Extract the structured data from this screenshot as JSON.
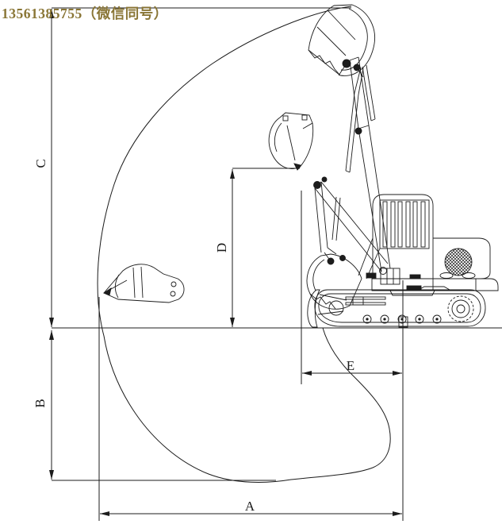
{
  "watermark": {
    "text": "13561385755（微信同号）",
    "color": "#8a7636"
  },
  "diagram": {
    "type": "excavator-working-range-drawing",
    "line_color": "#1c1c1c",
    "background": "#ffffff",
    "dimension_labels": {
      "a": "A",
      "b": "B",
      "c": "C",
      "d": "D",
      "e": "E"
    }
  }
}
